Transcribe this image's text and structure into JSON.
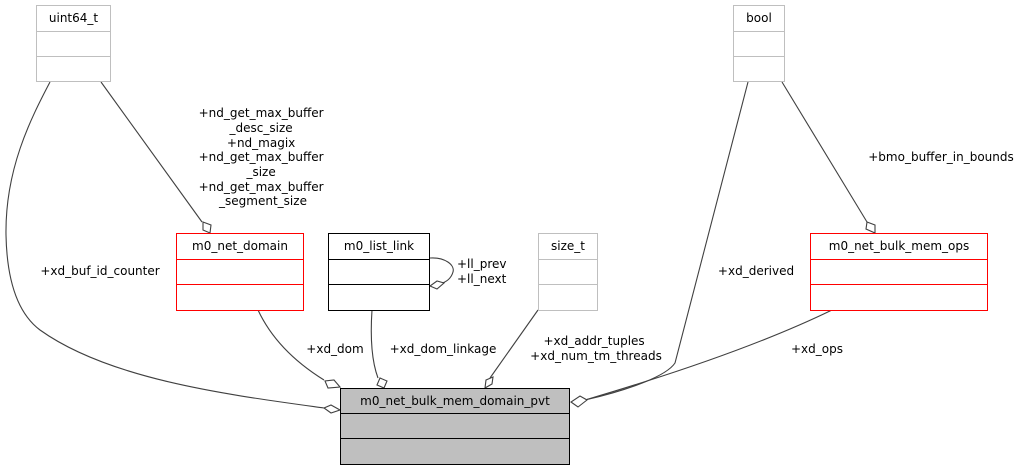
{
  "diagram": {
    "type": "collaboration-diagram",
    "nodes": {
      "uint64_t": {
        "title": "uint64_t",
        "style": "external",
        "border": "#bfbfbf",
        "fill": "#ffffff"
      },
      "m0_net_domain": {
        "title": "m0_net_domain",
        "style": "undocumented",
        "border": "#ff0000",
        "fill": "#ffffff"
      },
      "m0_list_link": {
        "title": "m0_list_link",
        "style": "documented",
        "border": "#000000",
        "fill": "#ffffff"
      },
      "size_t": {
        "title": "size_t",
        "style": "external",
        "border": "#bfbfbf",
        "fill": "#ffffff"
      },
      "bool": {
        "title": "bool",
        "style": "external",
        "border": "#bfbfbf",
        "fill": "#ffffff"
      },
      "m0_net_bulk_mem_ops": {
        "title": "m0_net_bulk_mem_ops",
        "style": "undocumented",
        "border": "#ff0000",
        "fill": "#ffffff"
      },
      "main": {
        "title": "m0_net_bulk_mem_domain_pvt",
        "style": "focus",
        "border": "#000000",
        "fill": "#bfbfbf"
      }
    },
    "edges": {
      "uint64_to_domain": {
        "from": "uint64_t",
        "to": "m0_net_domain",
        "label_lines": [
          "+nd_get_max_buffer",
          "_desc_size",
          "+nd_magix",
          "+nd_get_max_buffer",
          "_size",
          "+nd_get_max_buffer",
          "_segment_size"
        ]
      },
      "uint64_to_main": {
        "from": "uint64_t",
        "to": "main",
        "label_lines": [
          "+xd_buf_id_counter"
        ]
      },
      "list_self": {
        "from": "m0_list_link",
        "to": "m0_list_link",
        "label_lines": [
          "+ll_prev",
          "+ll_next"
        ]
      },
      "domain_to_main": {
        "from": "m0_net_domain",
        "to": "main",
        "label_lines": [
          "+xd_dom"
        ]
      },
      "list_to_main": {
        "from": "m0_list_link",
        "to": "main",
        "label_lines": [
          "+xd_dom_linkage"
        ]
      },
      "size_to_main": {
        "from": "size_t",
        "to": "main",
        "label_lines": [
          "+xd_addr_tuples",
          "+xd_num_tm_threads"
        ]
      },
      "bool_to_main": {
        "from": "bool",
        "to": "main",
        "label_lines": [
          "+xd_derived"
        ]
      },
      "bool_to_ops": {
        "from": "bool",
        "to": "m0_net_bulk_mem_ops",
        "label_lines": [
          "+bmo_buffer_in_bounds"
        ]
      },
      "ops_to_main": {
        "from": "m0_net_bulk_mem_ops",
        "to": "main",
        "label_lines": [
          "+xd_ops"
        ]
      }
    }
  }
}
